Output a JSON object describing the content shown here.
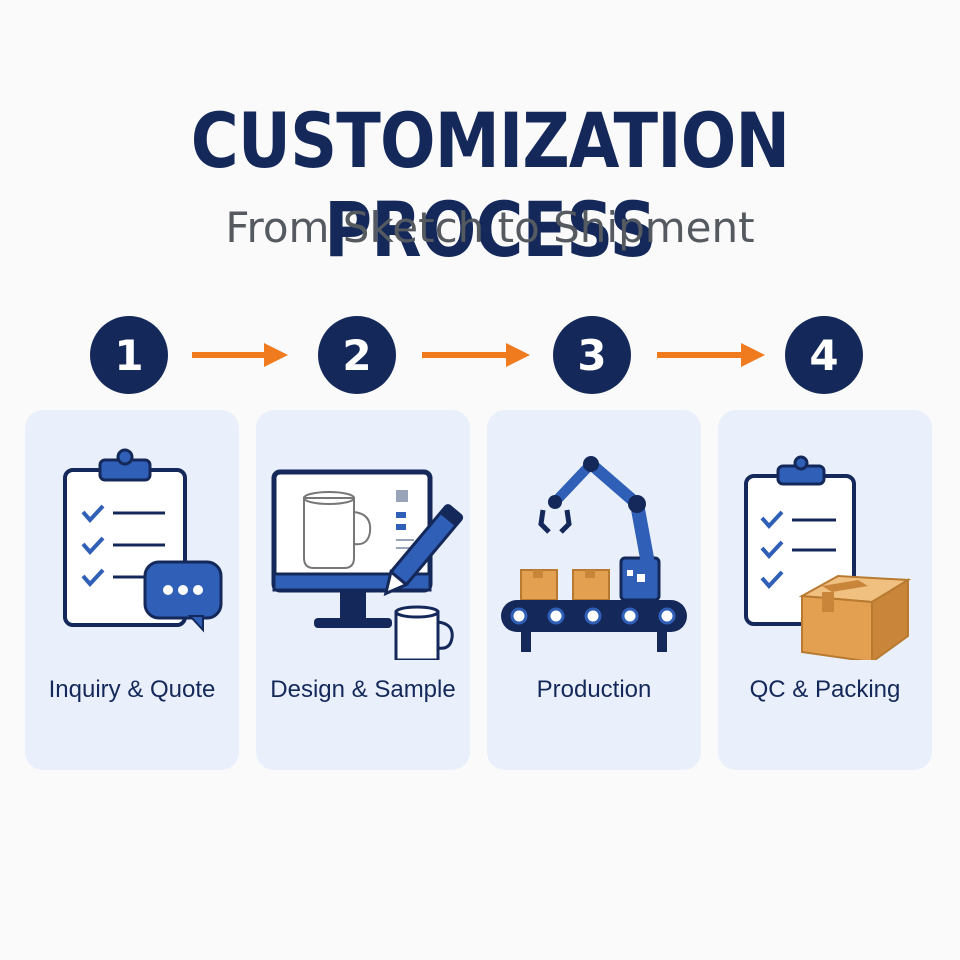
{
  "header": {
    "title": "CUSTOMIZATION PROCESS",
    "subtitle": "From Sketch to Shipment"
  },
  "colors": {
    "navy": "#14285a",
    "accent_blue": "#2f5fb6",
    "arrow_orange": "#f07a1e",
    "card_bg": "#e9f0fb",
    "box_orange": "#e3a050"
  },
  "steps": [
    {
      "number": "1",
      "label": "Inquiry & Quote",
      "icon": "clipboard-chat-icon"
    },
    {
      "number": "2",
      "label": "Design & Sample",
      "icon": "monitor-mug-pencil-icon"
    },
    {
      "number": "3",
      "label": "Production",
      "icon": "robot-arm-conveyor-icon"
    },
    {
      "number": "4",
      "label": "QC & Packing",
      "icon": "clipboard-box-icon"
    }
  ]
}
